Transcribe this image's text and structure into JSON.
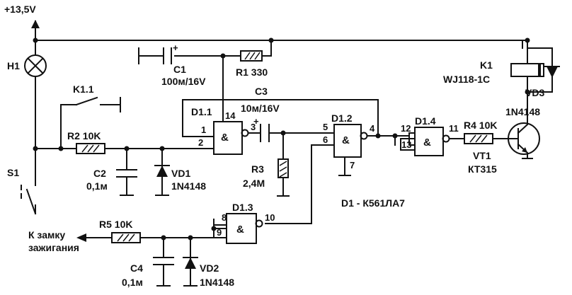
{
  "supply": "+13,5V",
  "lamp": "H1",
  "switch_s1": "S1",
  "relay_contact": "K1.1",
  "relay": {
    "ref": "K1",
    "type": "WJ118-1C"
  },
  "c1": {
    "ref": "C1",
    "value": "100м/16V"
  },
  "c2": {
    "ref": "C2",
    "value": "0,1м"
  },
  "c3": {
    "ref": "C3",
    "value": "10м/16V"
  },
  "c4": {
    "ref": "C4",
    "value": "0,1м"
  },
  "r1": "R1 330",
  "r2": "R2 10K",
  "r3": {
    "ref": "R3",
    "value": "2,4M"
  },
  "r4": "R4 10K",
  "r5": "R5 10K",
  "vd1": {
    "ref": "VD1",
    "type": "1N4148"
  },
  "vd2": {
    "ref": "VD2",
    "type": "1N4148"
  },
  "vd3": {
    "ref": "VD3",
    "type": "1N4148"
  },
  "transistor": {
    "ref": "VT1",
    "type": "КТ315"
  },
  "chip": "D1 - К561ЛА7",
  "ignition": {
    "line1": "К замку",
    "line2": "зажигания"
  },
  "gate_symbol": "&",
  "polarity_mark": "+",
  "gates": {
    "d11": {
      "ref": "D1.1",
      "pin_a": "1",
      "pin_b": "2",
      "pin_out": "3",
      "pin_pwr": "14"
    },
    "d12": {
      "ref": "D1.2",
      "pin_a": "5",
      "pin_b": "6",
      "pin_out": "4",
      "pin_gnd": "7"
    },
    "d13": {
      "ref": "D1.3",
      "pin_a": "8",
      "pin_b": "9",
      "pin_out": "10"
    },
    "d14": {
      "ref": "D1.4",
      "pin_a": "12",
      "pin_b": "13",
      "pin_out": "11"
    }
  }
}
